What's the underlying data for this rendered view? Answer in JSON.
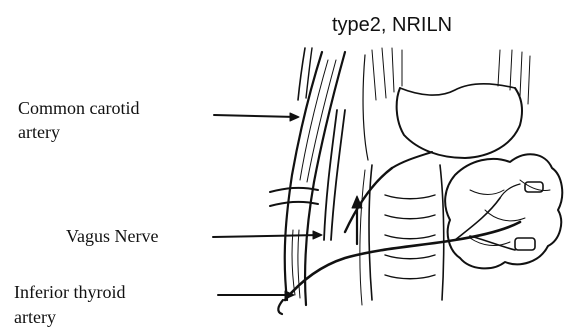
{
  "title": "type2, NRILN",
  "labels": {
    "common_carotid_line1": "Common carotid",
    "common_carotid_line2": "artery",
    "vagus_nerve": "Vagus Nerve",
    "inferior_thyroid_line1": "Inferior thyroid",
    "inferior_thyroid_line2": "artery"
  },
  "colors": {
    "ink": "#111111",
    "background": "#ffffff"
  }
}
